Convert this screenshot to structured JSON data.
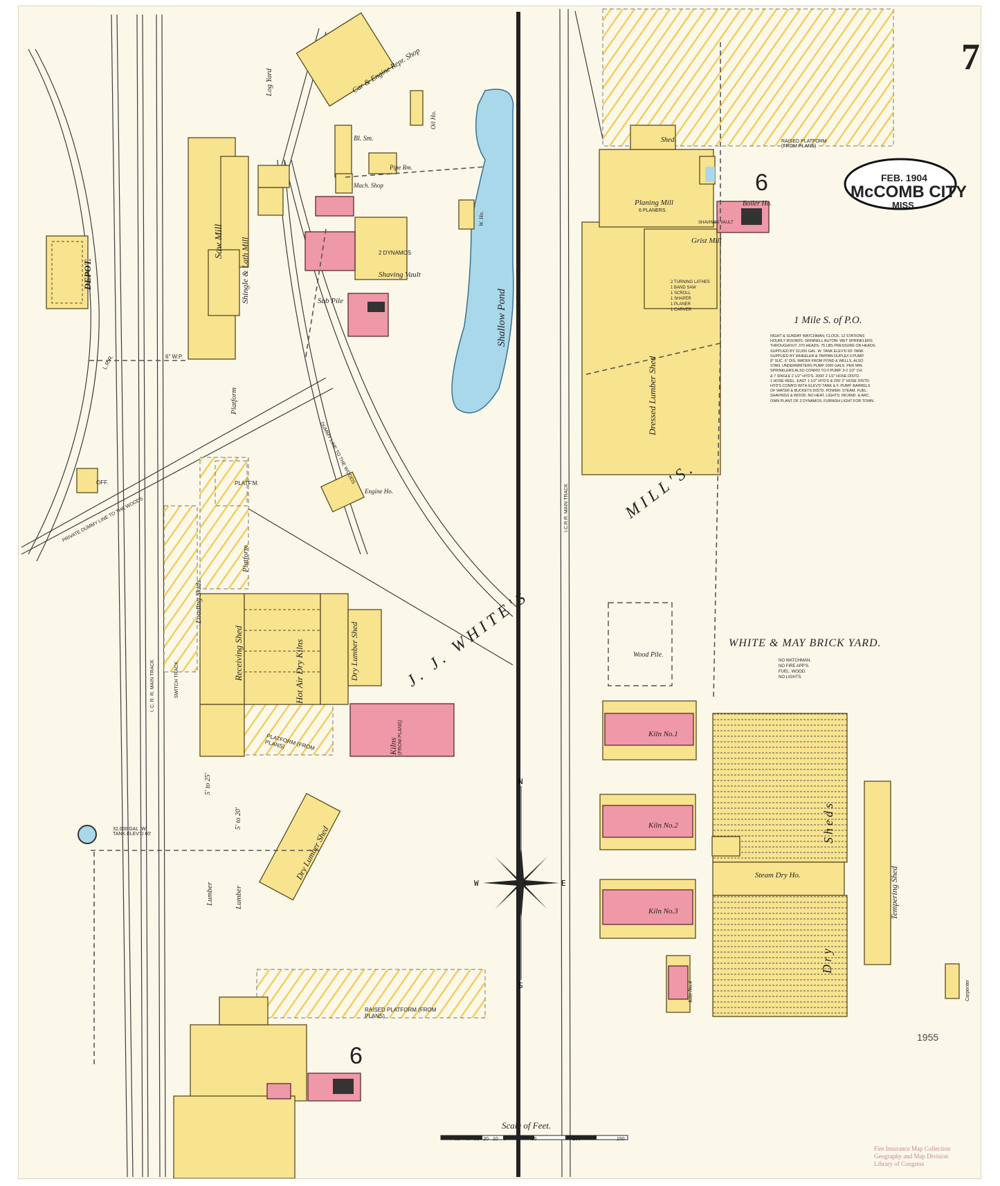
{
  "sheet": {
    "page_number": "7",
    "date": "FEB. 1904",
    "city": "McCOMB CITY",
    "state": "MISS.",
    "section_number_top": "6",
    "section_number_bottom": "6",
    "stamp_text": "1955",
    "library_credit": [
      "Fire Insurance Map Collection",
      "Geography and Map Division",
      "Library of Congress"
    ]
  },
  "left_mill": {
    "owner_label": "J. J. WHITE'S",
    "depot": "DEPOT.",
    "buildings": {
      "saw_mill": "Saw Mill",
      "shingle_lath_mill": "Shingle & Lath Mill",
      "car_engine_shop": "Car & Engine Repr. Shop",
      "oil_house": "Oil Ho.",
      "bl_sm": "Bl. Sm.",
      "pipe_rm": "Pipe Rm.",
      "mach_shop": "Mach. Shop",
      "shaving_vault": "Shaving Vault",
      "engine_ho": "Engine Ho.",
      "receiving_shed": "Receiving Shed",
      "hot_air_dry_kilns": "Hot Air Dry Kilns",
      "dry_lumber_shed_1": "Dry Lumber Shed",
      "dry_lumber_shed_2": "Dry Lumber Shed",
      "kilns": "Kilns",
      "kilns_note": "(FROM PLANS)",
      "platform_1": "Platform",
      "platform_2": "Platform",
      "platform_3": "PLATF'M.",
      "platform_from_plans": "PLATFORM (FROM PLANS)",
      "raised_platform": "RAISED PLATFORM (FROM PLANS)",
      "loading_skids": "Loading Skids",
      "lumber_1": "Lumber",
      "lumber_2": "Lumber",
      "log_yard": "Log Yard",
      "sub_pile": "Sub Pile",
      "w_ho": "W. Ho.",
      "dynamos": "2 DYNAMOS",
      "off": "OFF."
    },
    "rail_labels": {
      "icrr_main": "I. C. R. R. MAIN TRACK",
      "switch_track": "SWITCH TRACK",
      "lrr": "L.R.R.",
      "private_dummy": "PRIVATE DUMMY LINE TO THE WOODS",
      "dummy_line": "DUMMY LINE TO THE WOODS"
    },
    "tank_label": "32,000 GAL. W. TANK ELEV'D 60'",
    "distances": [
      "5' to 25'",
      "5' to 20'"
    ],
    "pipe_label": "6\" W.P."
  },
  "pond": {
    "label": "Shallow Pond"
  },
  "right_mill": {
    "owner_label": "MILL'S.",
    "icrr": "I.C.R.R. MAIN TRACK",
    "shed": "Shed.",
    "planing_mill": "Planing Mill",
    "planers": "6 PLANERS.",
    "boiler_ho": "Boiler Ho.",
    "grist_mill": "Grist Mill",
    "shavings_vault": "SHAVINGS VAULT",
    "dressed_lumber_shed": "Dressed Lumber Shed",
    "raised_platform": "RAISED PLATFORM (FROM PLANS)",
    "machine_list": [
      "2 TURNING LATHES",
      "1 BAND SAW",
      "1 SCROLL",
      "1 SHAPER",
      "1 PLANER",
      "1 CARVER"
    ],
    "location": "1 Mile S. of P.O.",
    "notes": [
      "NIGHT & SUNDAY WATCHMAN, CLOCK, 12 STATIONS",
      "HOURLY ROUNDS. GRINNELL AUTOM. WET SPRINKLERS",
      "THROUGHOUT. 370 HEADS. 75 LBS PRESSURE ON HEADS.",
      "SUPPLIED BY 32,000 GAL. W. TANK ELEV'D 60'-TANK",
      "SUPPLIED BY WHEELER & TAPPAN DUPLEX F.PUMP,",
      "8\" SUC. 6\" DIS. WATER FROM POND & WELLS. ALSO",
      "STAN. UNDERWRITERS PUMP 1000 GALS. PER MIN.",
      "SPRINKLERS ALSO CONN'D TO F.PUMP. 3-2 1/2\" CH.",
      "& 7 SINGLE 2 1/2\" HYD'S. 2000' 2 1/2\" HOSE DISTD.",
      "1 HOSE REEL. EAST 1 1/2\" HYD'S & 200' 2\" HOSE DISTD.",
      "HYD'S CONN'D WITH ELEV'D TANK & F. PUMP. BARRELS",
      "OF WATER & BUCKETS DISTD. POWER: STEAM. FUEL:",
      "SHAVINGS & WOOD. NO HEAT. LIGHTS: INCAND. & ARC.",
      "OWN PLANT OF 2 DYNAMOS. FURNISH LIGHT FOR TOWN."
    ]
  },
  "brick_yard": {
    "title": "WHITE & MAY BRICK YARD.",
    "notes": [
      "NO WATCHMAN.",
      "NO FIRE APP'S.",
      "FUEL: WOOD.",
      "NO LIGHTS."
    ],
    "wood_pile": "Wood Pile.",
    "kiln_1": "Kiln No.1",
    "kiln_2": "Kiln No.2",
    "kiln_3": "Kiln No.3",
    "kiln_4": "Kiln No.4",
    "sheds": "Sheds",
    "steam_dry_ho": "Steam Dry Ho.",
    "dry": "Dry",
    "tempering_shed": "Tempering Shed",
    "carpenter": "Carpenter"
  },
  "compass": {
    "n": "N",
    "e": "E",
    "s": "S",
    "w": "W"
  },
  "scale": {
    "title": "Scale of Feet.",
    "ticks": [
      "50",
      "40",
      "30",
      "20",
      "10",
      "0",
      "50",
      "100",
      "150"
    ]
  },
  "colors": {
    "frame": "#f8e38f",
    "brick": "#ef98a7",
    "water": "#a9d8ea",
    "paper": "#fbf8ea",
    "ink": "#222222"
  }
}
